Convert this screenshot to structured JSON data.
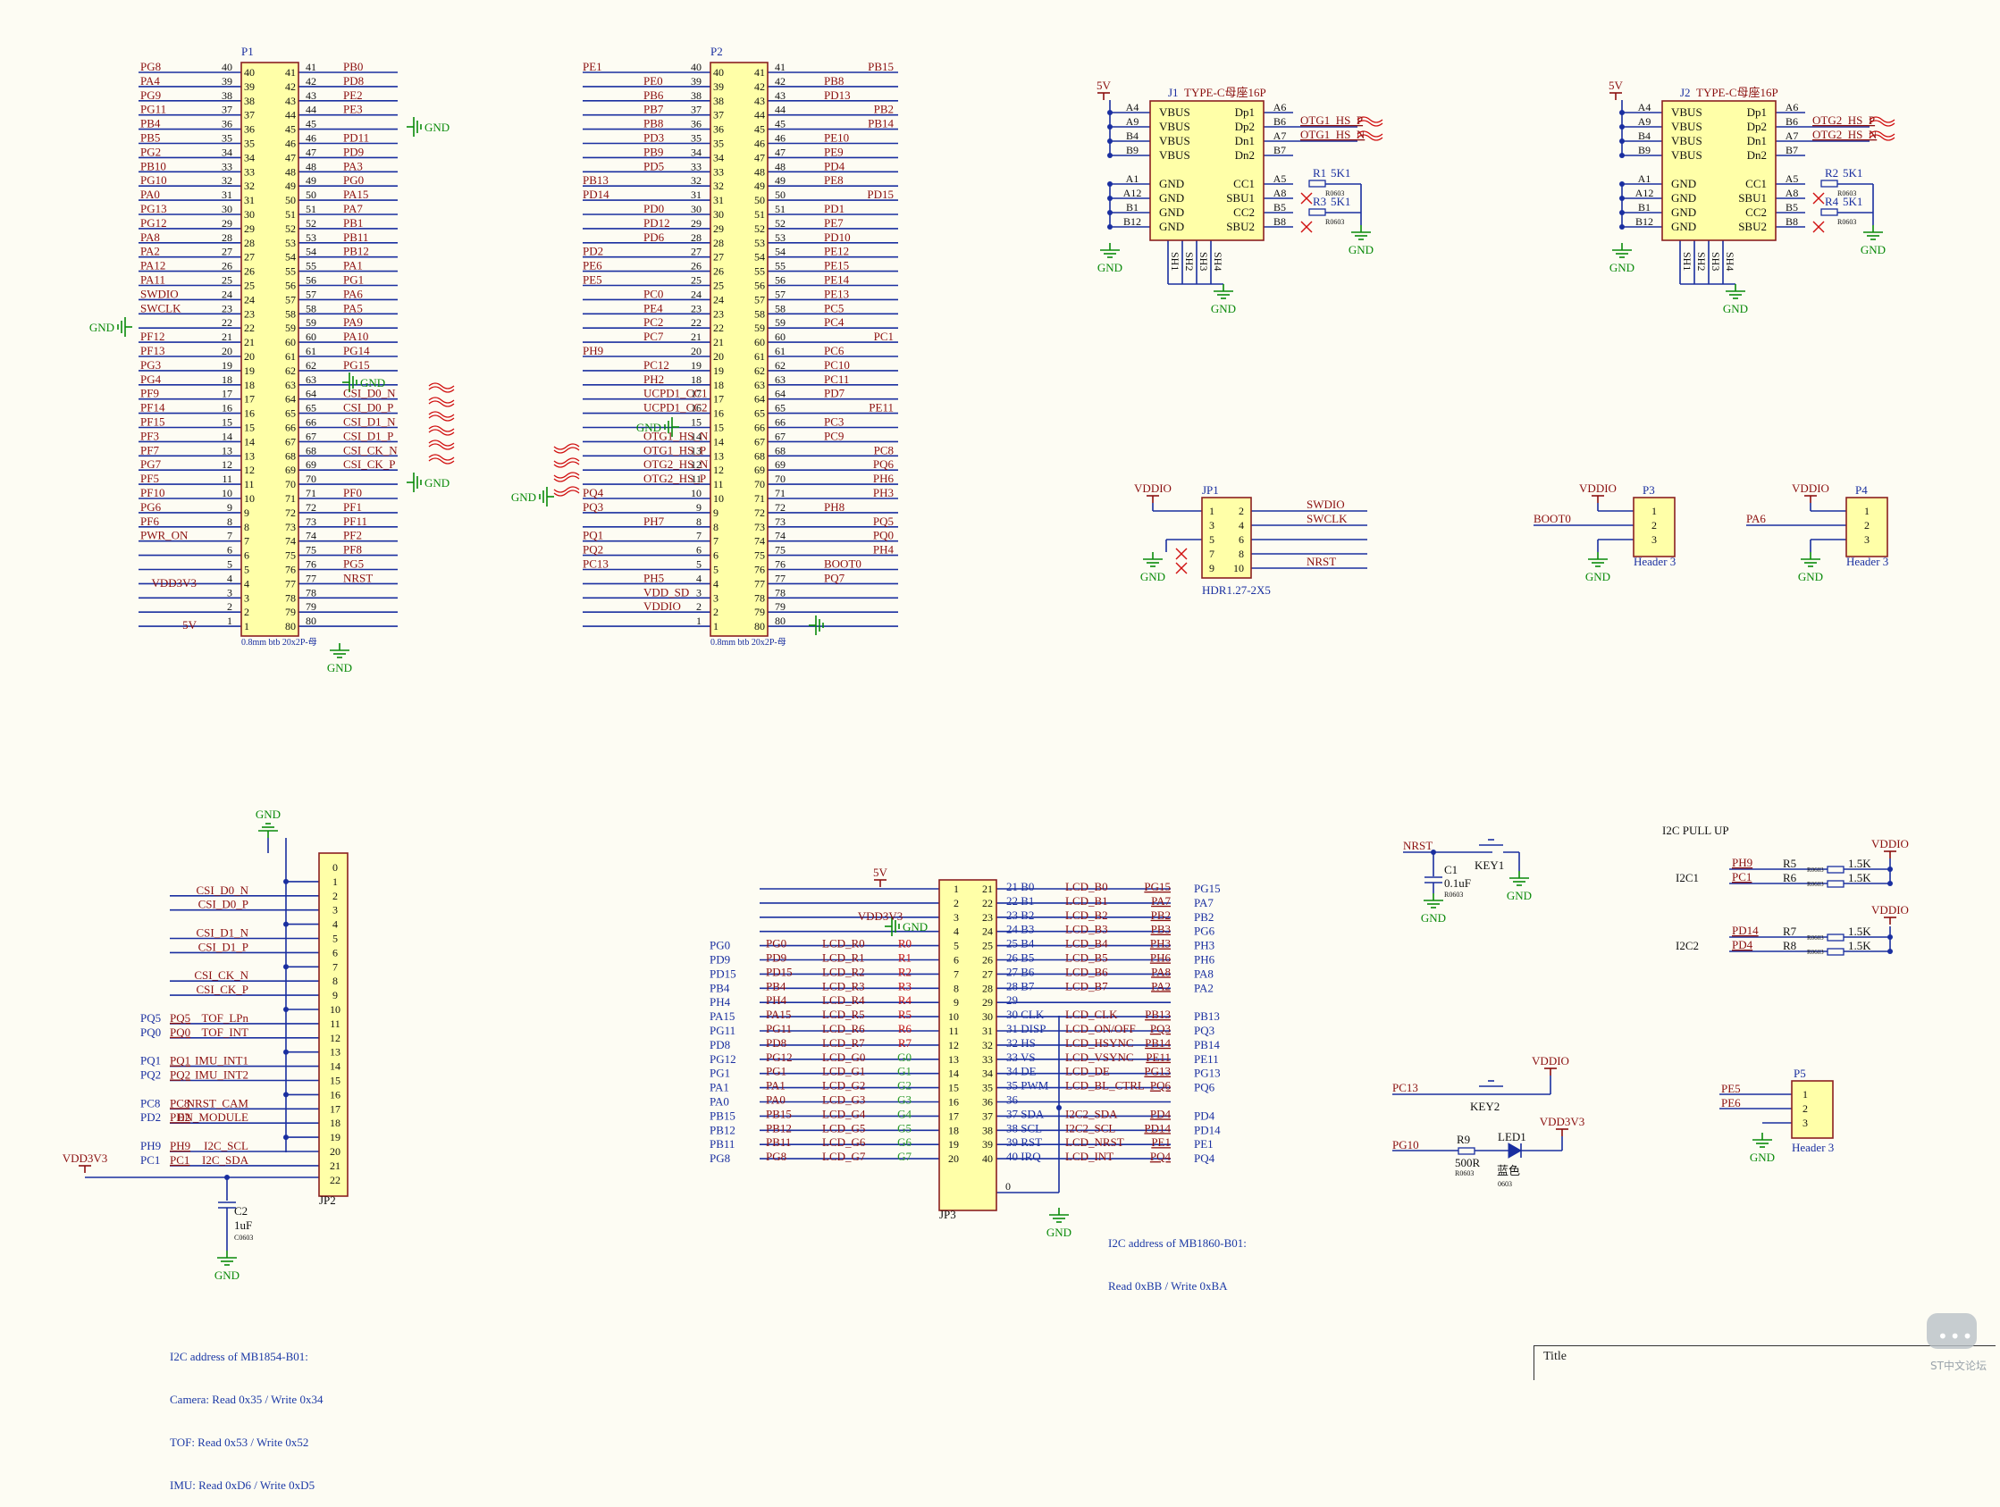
{
  "p1": {
    "ref": "P1",
    "footprint": "0.8mm btb 20x2P-母",
    "left_pins": [
      "40",
      "39",
      "38",
      "37",
      "36",
      "35",
      "34",
      "33",
      "32",
      "31",
      "30",
      "29",
      "28",
      "27",
      "26",
      "25",
      "24",
      "23",
      "22",
      "21",
      "20",
      "19",
      "18",
      "17",
      "16",
      "15",
      "14",
      "13",
      "12",
      "11",
      "10",
      "9",
      "8",
      "7",
      "6",
      "5",
      "4",
      "3",
      "2",
      "1"
    ],
    "right_pins": [
      "41",
      "42",
      "43",
      "44",
      "45",
      "46",
      "47",
      "48",
      "49",
      "50",
      "51",
      "52",
      "53",
      "54",
      "55",
      "56",
      "57",
      "58",
      "59",
      "60",
      "61",
      "62",
      "63",
      "64",
      "65",
      "66",
      "67",
      "68",
      "69",
      "70",
      "71",
      "72",
      "73",
      "74",
      "75",
      "76",
      "77",
      "78",
      "79",
      "80"
    ],
    "left_nets": [
      "PG8",
      "PA4",
      "PG9",
      "PG11",
      "PB4",
      "PB5",
      "PG2",
      "PB10",
      "PG10",
      "PA0",
      "PG13",
      "PG12",
      "PA8",
      "PA2",
      "PA12",
      "PA11",
      "SWDIO",
      "SWCLK",
      "",
      "PF12",
      "PF13",
      "PG3",
      "PG4",
      "PF9",
      "PF14",
      "PF15",
      "PF3",
      "PF7",
      "PG7",
      "PF5",
      "PF10",
      "PG6",
      "PF6",
      "PWR_ON",
      "",
      "",
      "",
      "",
      "",
      ""
    ],
    "right_nets": [
      "PB0",
      "PD8",
      "PE2",
      "PE3",
      "",
      "PD11",
      "PD9",
      "PA3",
      "PG0",
      "PA15",
      "PA7",
      "PB1",
      "PB11",
      "PB12",
      "PA1",
      "PG1",
      "PA6",
      "PA5",
      "PA9",
      "PA10",
      "PG14",
      "PG15",
      "",
      "CSI_D0_N",
      "CSI_D0_P",
      "CSI_D1_N",
      "CSI_D1_P",
      "CSI_CK_N",
      "CSI_CK_P",
      "",
      "PF0",
      "PF1",
      "PF11",
      "PF2",
      "PF8",
      "PG5",
      "NRST",
      "",
      "",
      ""
    ],
    "gnd": "GND",
    "pwr5v": "5V",
    "pwr33": "VDD3V3"
  },
  "p2": {
    "ref": "P2",
    "footprint": "0.8mm btb 20x2P-母",
    "left_nets": [
      "PE1",
      "PE0",
      "PB6",
      "PB7",
      "PB8",
      "PD3",
      "PB9",
      "PD5",
      "PB13",
      "PD14",
      "PD0",
      "PD12",
      "PD6",
      "PD2",
      "PE6",
      "PE5",
      "PC0",
      "PE4",
      "PC2",
      "PC7",
      "PH9",
      "PC12",
      "PH2",
      "UCPD1_CC1",
      "UCPD1_CC2",
      "",
      "OTG1_HS_N",
      "OTG1_HS_P",
      "OTG2_HS_N",
      "OTG2_HS_P",
      "PQ4",
      "PQ3",
      "PH7",
      "PQ1",
      "PQ2",
      "PC13",
      "PH5",
      "VDD_SD",
      "VDDIO",
      ""
    ],
    "right_nets": [
      "PB15",
      "PB8",
      "PD13",
      "PB2",
      "PB14",
      "PE10",
      "PE9",
      "PD4",
      "PE8",
      "PD15",
      "PD1",
      "PE7",
      "PD10",
      "PE12",
      "PE15",
      "PE14",
      "PE13",
      "PC5",
      "PC4",
      "PC1",
      "PC6",
      "PC10",
      "PC11",
      "PD7",
      "PE11",
      "PC3",
      "PC9",
      "PC8",
      "PQ6",
      "PH6",
      "PH3",
      "PH8",
      "PQ5",
      "PQ0",
      "PH4",
      "BOOT0",
      "PQ7",
      "",
      "",
      ""
    ]
  },
  "j1": {
    "ref": "J1",
    "part": "TYPE-C母座16P",
    "pins_left": [
      "A4",
      "A9",
      "B4",
      "B9",
      "A1",
      "A12",
      "B1",
      "B12"
    ],
    "names_left": [
      "VBUS",
      "VBUS",
      "VBUS",
      "VBUS",
      "GND",
      "GND",
      "GND",
      "GND"
    ],
    "names_right": [
      "Dp1",
      "Dp2",
      "Dn1",
      "Dn2",
      "CC1",
      "SBU1",
      "CC2",
      "SBU2"
    ],
    "pins_right": [
      "A6",
      "B6",
      "A7",
      "B7",
      "A5",
      "A8",
      "B5",
      "B8"
    ],
    "shield": [
      "SH1",
      "SH2",
      "SH3",
      "SH4"
    ],
    "net_p": "OTG1_HS_P",
    "net_n": "OTG1_HS_N",
    "r_a": "R1",
    "r_b": "R3",
    "r_val": "5K1",
    "r_fp": "R0603"
  },
  "j2": {
    "ref": "J2",
    "part": "TYPE-C母座16P",
    "net_p": "OTG2_HS_P",
    "net_n": "OTG2_HS_N",
    "r_a": "R2",
    "r_b": "R4",
    "r_val": "5K1",
    "r_fp": "R0603"
  },
  "jp1": {
    "ref": "JP1",
    "part": "HDR1.27-2X5",
    "pins_l": [
      "1",
      "3",
      "5",
      "7",
      "9"
    ],
    "pins_r": [
      "2",
      "4",
      "6",
      "8",
      "10"
    ],
    "nets": [
      "SWDIO",
      "SWCLK",
      "",
      "",
      "NRST"
    ],
    "pwr": "VDDIO"
  },
  "p3": {
    "ref": "P3",
    "part": "Header 3",
    "net": "BOOT0",
    "pwr": "VDDIO",
    "pins": [
      "1",
      "2",
      "3"
    ]
  },
  "p4": {
    "ref": "P4",
    "part": "Header 3",
    "net": "PA6",
    "pwr": "VDDIO",
    "pins": [
      "1",
      "2",
      "3"
    ]
  },
  "p5": {
    "ref": "P5",
    "part": "Header 3",
    "nets": [
      "PE5",
      "PE6"
    ],
    "pins": [
      "1",
      "2",
      "3"
    ]
  },
  "jp2": {
    "ref": "JP2",
    "pins": [
      "0",
      "1",
      "2",
      "3",
      "4",
      "5",
      "6",
      "7",
      "8",
      "9",
      "10",
      "11",
      "12",
      "13",
      "14",
      "15",
      "16",
      "17",
      "18",
      "19",
      "20",
      "21",
      "22"
    ],
    "nets": [
      "",
      "",
      "CSI_D0_N",
      "CSI_D0_P",
      "",
      "CSI_D1_N",
      "CSI_D1_P",
      "",
      "CSI_CK_N",
      "CSI_CK_P",
      "",
      "TOF_LPn",
      "TOF_INT",
      "",
      "IMU_INT1",
      "IMU_INT2",
      "",
      "NRST_CAM",
      "EN_MODULE",
      "",
      "I2C_SCL",
      "I2C_SDA",
      ""
    ],
    "ports": [
      "",
      "",
      "",
      "",
      "",
      "",
      "",
      "",
      "",
      "",
      "",
      "PQ5",
      "PQ0",
      "",
      "PQ1",
      "PQ2",
      "",
      "PC8",
      "PD2",
      "",
      "PH9",
      "PC1",
      ""
    ],
    "outer": [
      "",
      "",
      "",
      "",
      "",
      "",
      "",
      "",
      "",
      "",
      "",
      "PQ5",
      "PQ0",
      "",
      "PQ1",
      "PQ2",
      "",
      "PC8",
      "PD2",
      "",
      "PH9",
      "PC1",
      ""
    ],
    "pwr": "VDD3V3",
    "c_ref": "C2",
    "c_val": "1uF",
    "c_fp": "C0603"
  },
  "jp3": {
    "ref": "JP3",
    "lpins": [
      "1",
      "2",
      "3",
      "4",
      "5",
      "6",
      "7",
      "8",
      "9",
      "10",
      "11",
      "12",
      "13",
      "14",
      "15",
      "16",
      "17",
      "18",
      "19",
      "20"
    ],
    "rpins": [
      "21",
      "22",
      "23",
      "24",
      "25",
      "26",
      "27",
      "28",
      "29",
      "30",
      "31",
      "32",
      "33",
      "34",
      "35",
      "36",
      "37",
      "38",
      "39",
      "40"
    ],
    "outer_l": [
      "",
      "",
      "",
      "",
      "PG0",
      "PD9",
      "PD15",
      "PB4",
      "PH4",
      "PA15",
      "PG11",
      "PD8",
      "PG12",
      "PG1",
      "PA1",
      "PA0",
      "PB15",
      "PB12",
      "PB11",
      "PG8"
    ],
    "port_l": [
      "",
      "",
      "",
      "",
      "PG0",
      "PD9",
      "PD15",
      "PB4",
      "PH4",
      "PA15",
      "PG11",
      "PD8",
      "PG12",
      "PG1",
      "PA1",
      "PA0",
      "PB15",
      "PB12",
      "PB11",
      "PG8"
    ],
    "sig_l": [
      "",
      "",
      "",
      "",
      "LCD_R0",
      "LCD_R1",
      "LCD_R2",
      "LCD_R3",
      "LCD_R4",
      "LCD_R5",
      "LCD_R6",
      "LCD_R7",
      "LCD_G0",
      "LCD_G1",
      "LCD_G2",
      "LCD_G3",
      "LCD_G4",
      "LCD_G5",
      "LCD_G6",
      "LCD_G7"
    ],
    "short_l": [
      "",
      "",
      "",
      "",
      "R0",
      "R1",
      "R2",
      "R3",
      "R4",
      "R5",
      "R6",
      "R7",
      "G0",
      "G1",
      "G2",
      "G3",
      "G4",
      "G5",
      "G6",
      "G7"
    ],
    "name_r": [
      "B0",
      "B1",
      "B2",
      "B3",
      "B4",
      "B5",
      "B6",
      "B7",
      "",
      "CLK",
      "DISP",
      "HS",
      "VS",
      "DE",
      "PWM",
      "",
      "SDA",
      "SCL",
      "RST",
      "IRQ"
    ],
    "sig_r": [
      "LCD_B0",
      "LCD_B1",
      "LCD_B2",
      "LCD_B3",
      "LCD_B4",
      "LCD_B5",
      "LCD_B6",
      "LCD_B7",
      "",
      "LCD_CLK",
      "LCD_ON/OFF",
      "LCD_HSYNC",
      "LCD_VSYNC",
      "LCD_DE",
      "LCD_BL_CTRL",
      "",
      "I2C2_SDA",
      "I2C2_SCL",
      "LCD_NRST",
      "LCD_INT"
    ],
    "port_r": [
      "PG15",
      "PA7",
      "PB2",
      "PB3",
      "PH3",
      "PH6",
      "PA8",
      "PA2",
      "",
      "PB13",
      "PQ3",
      "PB14",
      "PE11",
      "PG13",
      "PQ6",
      "",
      "PD4",
      "PD14",
      "PE1",
      "PQ4"
    ],
    "outer_r": [
      "PG15",
      "PA7",
      "PB2",
      "PG6",
      "PH3",
      "PH6",
      "PA8",
      "PA2",
      "",
      "PB13",
      "PQ3",
      "PB14",
      "PE11",
      "PG13",
      "PQ6",
      "",
      "PD4",
      "PD14",
      "PE1",
      "PQ4"
    ],
    "pwr5": "5V",
    "pwr33": "VDD3V3",
    "gnd": "GND",
    "zero": "0"
  },
  "reset": {
    "net": "NRST",
    "key": "KEY1",
    "c_ref": "C1",
    "c_val": "0.1uF",
    "c_fp": "R0603",
    "gnd": "GND"
  },
  "key2": {
    "net": "PC13",
    "key": "KEY2",
    "pwr": "VDDIO"
  },
  "led": {
    "net": "PG10",
    "r_ref": "R9",
    "r_val": "500R",
    "r_fp": "R0603",
    "led_ref": "LED1",
    "led_val": "蓝色",
    "led_fp": "0603",
    "pwr": "VDD3V3"
  },
  "pullup": {
    "title": "I2C PULL UP",
    "pwr": "VDDIO",
    "groups": [
      {
        "bus": "I2C1",
        "nets": [
          "PH9",
          "PC1"
        ],
        "refs": [
          "R5",
          "R6"
        ],
        "val": "1.5K",
        "fp": "R0603"
      },
      {
        "bus": "I2C2",
        "nets": [
          "PD14",
          "PD4"
        ],
        "refs": [
          "R7",
          "R8"
        ],
        "val": "1.5K",
        "fp": "R0603"
      }
    ]
  },
  "notes": {
    "jp3_addr": [
      "I2C address of MB1860-B01:",
      "Read 0xBB / Write 0xBA"
    ],
    "jp2_addr": [
      "I2C address of MB1854-B01:",
      "Camera: Read 0x35 / Write 0x34",
      "TOF: Read 0x53 / Write 0x52",
      "IMU: Read 0xD6 / Write 0xD5"
    ]
  },
  "titleblock": {
    "label": "Title"
  },
  "logo": {
    "text": "ST中文论坛"
  },
  "colors": {
    "wire": "#1a2fa0",
    "net": "#8b1010",
    "comp_fill": "#ffffa8",
    "comp_border": "#8b2020",
    "gnd": "#0a8a0a",
    "pin": "#111"
  }
}
